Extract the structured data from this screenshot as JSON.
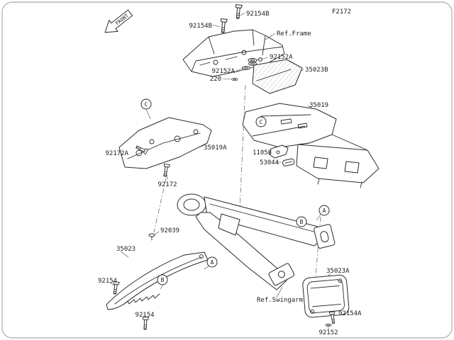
{
  "labels": {
    "figure_code": "F2172",
    "front": "FRONT",
    "ref_frame": "Ref.Frame",
    "ref_swingarm": "Ref.Swingarm"
  },
  "parts": {
    "92154B": "92154B",
    "92152A": "92152A",
    "35023B": "35023B",
    "220": "220",
    "35019": "35019",
    "35019A": "35019A",
    "92172A": "92172A",
    "11058": "11058",
    "53044": "53044",
    "92172": "92172",
    "92039": "92039",
    "35023": "35023",
    "35023A": "35023A",
    "92154": "92154",
    "92154A": "92154A",
    "92152": "92152"
  },
  "callouts": {
    "A": "A",
    "B": "B",
    "C": "C"
  }
}
